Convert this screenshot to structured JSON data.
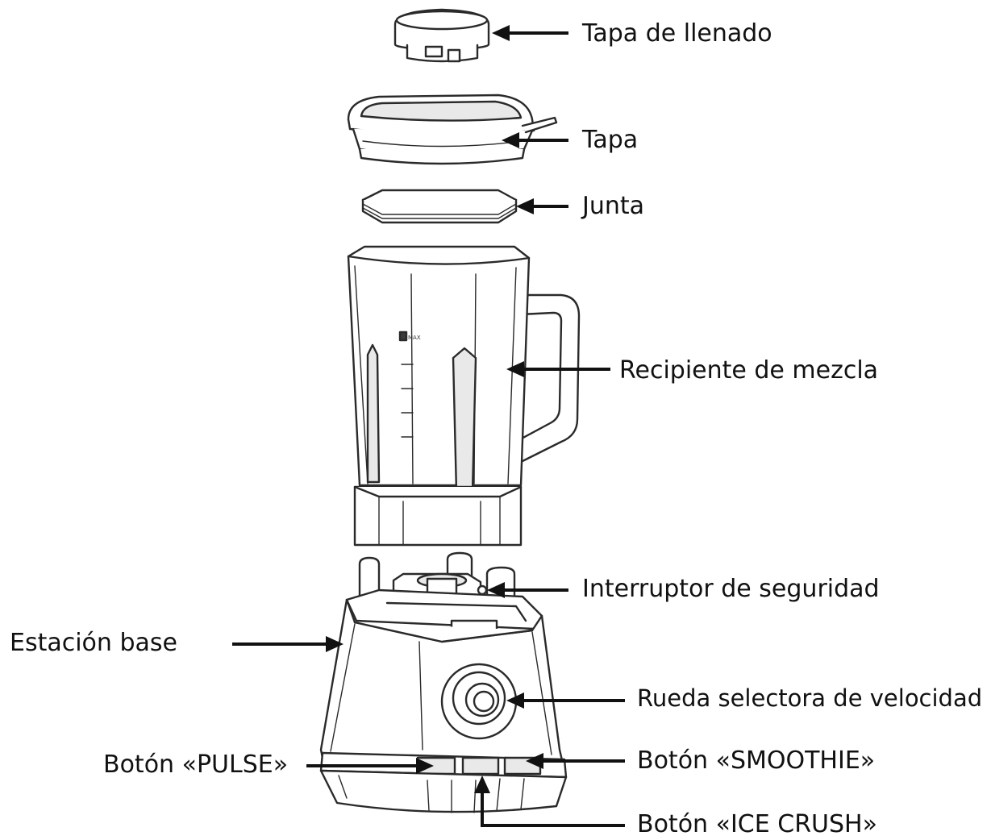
{
  "diagram": {
    "labels": {
      "fill_cap": "Tapa de llenado",
      "lid": "Tapa",
      "gasket": "Junta",
      "jar": "Recipiente de mezcla",
      "safety_switch": "Interruptor de seguridad",
      "base": "Estación base",
      "speed_dial": "Rueda selectora de velocidad",
      "pulse_button": "Botón «PULSE»",
      "smoothie_button": "Botón «SMOOTHIE»",
      "ice_crush_button": "Botón «ICE CRUSH»"
    },
    "jar_markings": {
      "max": "MAX"
    }
  }
}
